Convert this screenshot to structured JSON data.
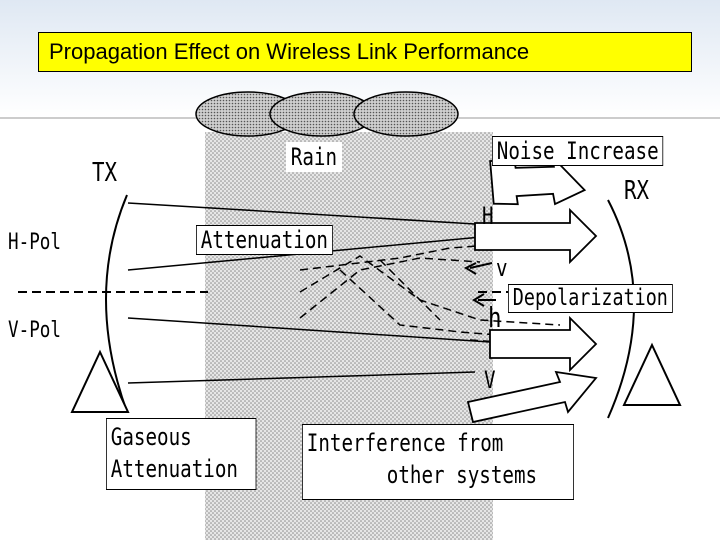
{
  "title": "Propagation Effect on Wireless Link Performance",
  "labels": {
    "tx": "TX",
    "rx": "RX",
    "hpol": "H-Pol",
    "vpol": "V-Pol",
    "rain": "Rain",
    "noise": "Noise Increase",
    "attenuation": "Attenuation",
    "gaseous_line1": "Gaseous",
    "gaseous_line2": "Attenuation",
    "depolarization": "Depolarization",
    "interference_line1": "Interference from",
    "interference_line2": "other systems",
    "h_upper": "H",
    "v_upper": "v",
    "h_lower": "h",
    "v_lower": "V"
  },
  "colors": {
    "banner": "#dfe8f3",
    "title_bg": "#ffff00",
    "rain_zone": "#d4d4d4",
    "cloud": "#b0b0b0"
  }
}
